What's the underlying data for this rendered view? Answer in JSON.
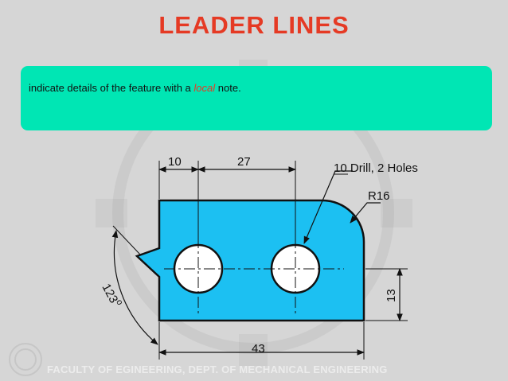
{
  "slide": {
    "title": "LEADER  LINES",
    "note": {
      "prefix": "indicate details of the feature with a ",
      "highlight": "local",
      "suffix": "  note."
    },
    "footer": "FACULTY  OF EGINEERING, DEPT. OF MECHANICAL ENGINEERING"
  },
  "drawing": {
    "dim_top_left": "10",
    "dim_top_mid": "27",
    "hole_note_number": "10",
    "hole_note_text": " Drill, 2 Holes",
    "radius_label": "R16",
    "height_label": "13",
    "width_label": "43",
    "angle_label": "123",
    "angle_unit": "o",
    "colors": {
      "part_fill": "#1cc0f2",
      "accent": "#e53a24",
      "note_box": "#00e6b4"
    }
  }
}
